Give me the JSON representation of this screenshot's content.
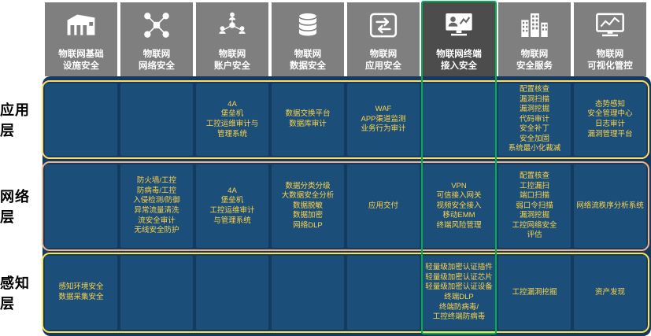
{
  "colors": {
    "background": "#FFFFFF",
    "panel": "#143A5F",
    "cell": "#1B4F7A",
    "cell_text": "#FFD34A",
    "header_bg": "#7F7F7F",
    "header_highlight_bg": "#4C4C4C",
    "highlight_border": "#00B050",
    "band_application_border": "#FFD966",
    "band_network_border": "#F4B183",
    "band_perception_border": "#FFE14D"
  },
  "columns": [
    {
      "title": "物联网基础\n设施安全",
      "icon": "warehouse-icon",
      "highlighted": false
    },
    {
      "title": "物联网\n网络安全",
      "icon": "network-nodes-icon",
      "highlighted": false
    },
    {
      "title": "物联网\n账户安全",
      "icon": "user-accounts-icon",
      "highlighted": false
    },
    {
      "title": "物联网\n数据安全",
      "icon": "database-icon",
      "highlighted": false
    },
    {
      "title": "物联网\n应用安全",
      "icon": "app-exchange-icon",
      "highlighted": false
    },
    {
      "title": "物联网终端\n接入安全",
      "icon": "terminal-monitor-icon",
      "highlighted": true
    },
    {
      "title": "物联网\n安全服务",
      "icon": "city-buildings-icon",
      "highlighted": false
    },
    {
      "title": "物联网\n可视化管控",
      "icon": "dashboard-monitor-icon",
      "highlighted": false
    }
  ],
  "layers": [
    {
      "label": "应用层",
      "border_color": "#FFD966",
      "cells": [
        "",
        "",
        "4A\n堡垒机\n工控运维审计与\n管理系统",
        "数据交换平台\n数据库审计",
        "WAF\nAPP渠道监测\n业务行为审计",
        "",
        "配置核查\n漏洞扫描\n漏洞挖掘\n代码审计\n安全补丁\n安全加固\n系统最小化裁减",
        "态势感知\n安全管理中心\n日志审计\n漏洞管理平台"
      ]
    },
    {
      "label": "网络层",
      "border_color": "#F4B183",
      "cells": [
        "",
        "防火墙/工控\n防病毒/工控\n入侵检测/防御\n异常流量清洗\n流安全审计\n无线安全防护",
        "4A\n堡垒机\n工控运维审计\n与管理系统",
        "数据分类分级\n大数据安全分析\n数据脱敏\n数据加密\n网络DLP",
        "应用交付",
        "VPN\n可信接入网关\n视频安全接入\n移动EMM\n终端风险管理",
        "配置核查\n工控漏扫\n端口扫描\n弱口令扫描\n漏洞挖掘\n工控网络安全\n评估",
        "网络流秩序分析系统"
      ]
    },
    {
      "label": "感知层",
      "border_color": "#FFE14D",
      "cells": [
        "感知环境安全\n数据采集安全",
        "",
        "",
        "",
        "",
        "轻量级加密认证插件\n轻量级加密认证芯片\n轻量级加密认证设备\n终端DLP\n终端防病毒/\n工控终端防病毒",
        "工控漏洞挖掘",
        "资产发现"
      ]
    }
  ]
}
